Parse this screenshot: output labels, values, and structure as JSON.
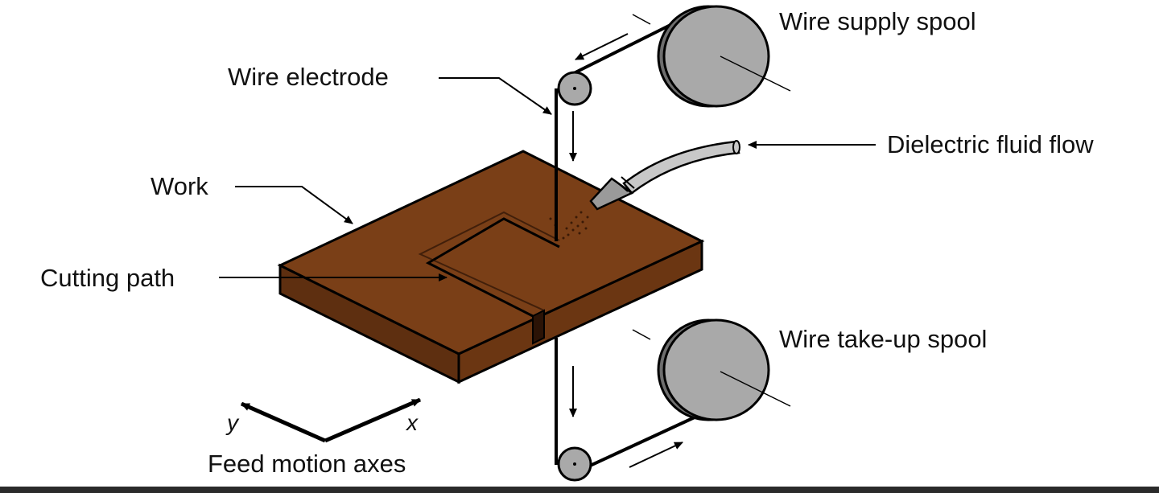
{
  "diagram": {
    "labels": {
      "wire_supply_spool": "Wire supply spool",
      "wire_electrode": "Wire electrode",
      "dielectric_fluid_flow": "Dielectric fluid flow",
      "work": "Work",
      "cutting_path": "Cutting path",
      "wire_takeup_spool": "Wire take-up spool",
      "feed_motion_axes": "Feed motion axes",
      "axis_x": "x",
      "axis_y": "y"
    },
    "colors": {
      "work_top": "#7a3f17",
      "work_front": "#5e2f10",
      "work_side": "#6b3612",
      "spool_face": "#a9a9a9",
      "spool_rim": "#6e6e6e",
      "nozzle": "#c8c8c8",
      "line": "#000000"
    }
  }
}
